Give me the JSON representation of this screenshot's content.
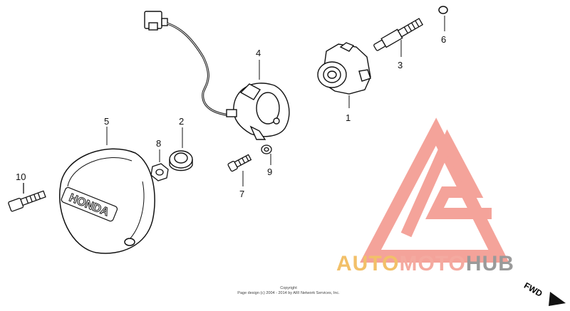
{
  "parts": [
    {
      "id": "p1",
      "number": "1",
      "name": "stator-housing"
    },
    {
      "id": "p2",
      "number": "2",
      "name": "ring-nut"
    },
    {
      "id": "p3",
      "number": "3",
      "name": "shaft"
    },
    {
      "id": "p4",
      "number": "4",
      "name": "pulser-base-with-wiring"
    },
    {
      "id": "p5",
      "number": "5",
      "name": "honda-cover"
    },
    {
      "id": "p6",
      "number": "6",
      "name": "o-ring"
    },
    {
      "id": "p7",
      "number": "7",
      "name": "screw"
    },
    {
      "id": "p8",
      "number": "8",
      "name": "nut"
    },
    {
      "id": "p9",
      "number": "9",
      "name": "small-washer"
    },
    {
      "id": "p10",
      "number": "10",
      "name": "bolt"
    }
  ],
  "cover_brand": "HONDA",
  "watermark": {
    "brand_part1": "AUTO",
    "brand_part2": "MOTO",
    "brand_part3": "HUB",
    "colors": {
      "auto": "#f2c069",
      "moto": "#f4aaa0",
      "hub": "#9a9a9a",
      "triangle": "#f4a39a"
    }
  },
  "fwd_label": "FWD",
  "copyright_line1": "Copyright",
  "copyright_line2": "Page design (c) 2004 - 2014 by ARI Network Services, Inc."
}
